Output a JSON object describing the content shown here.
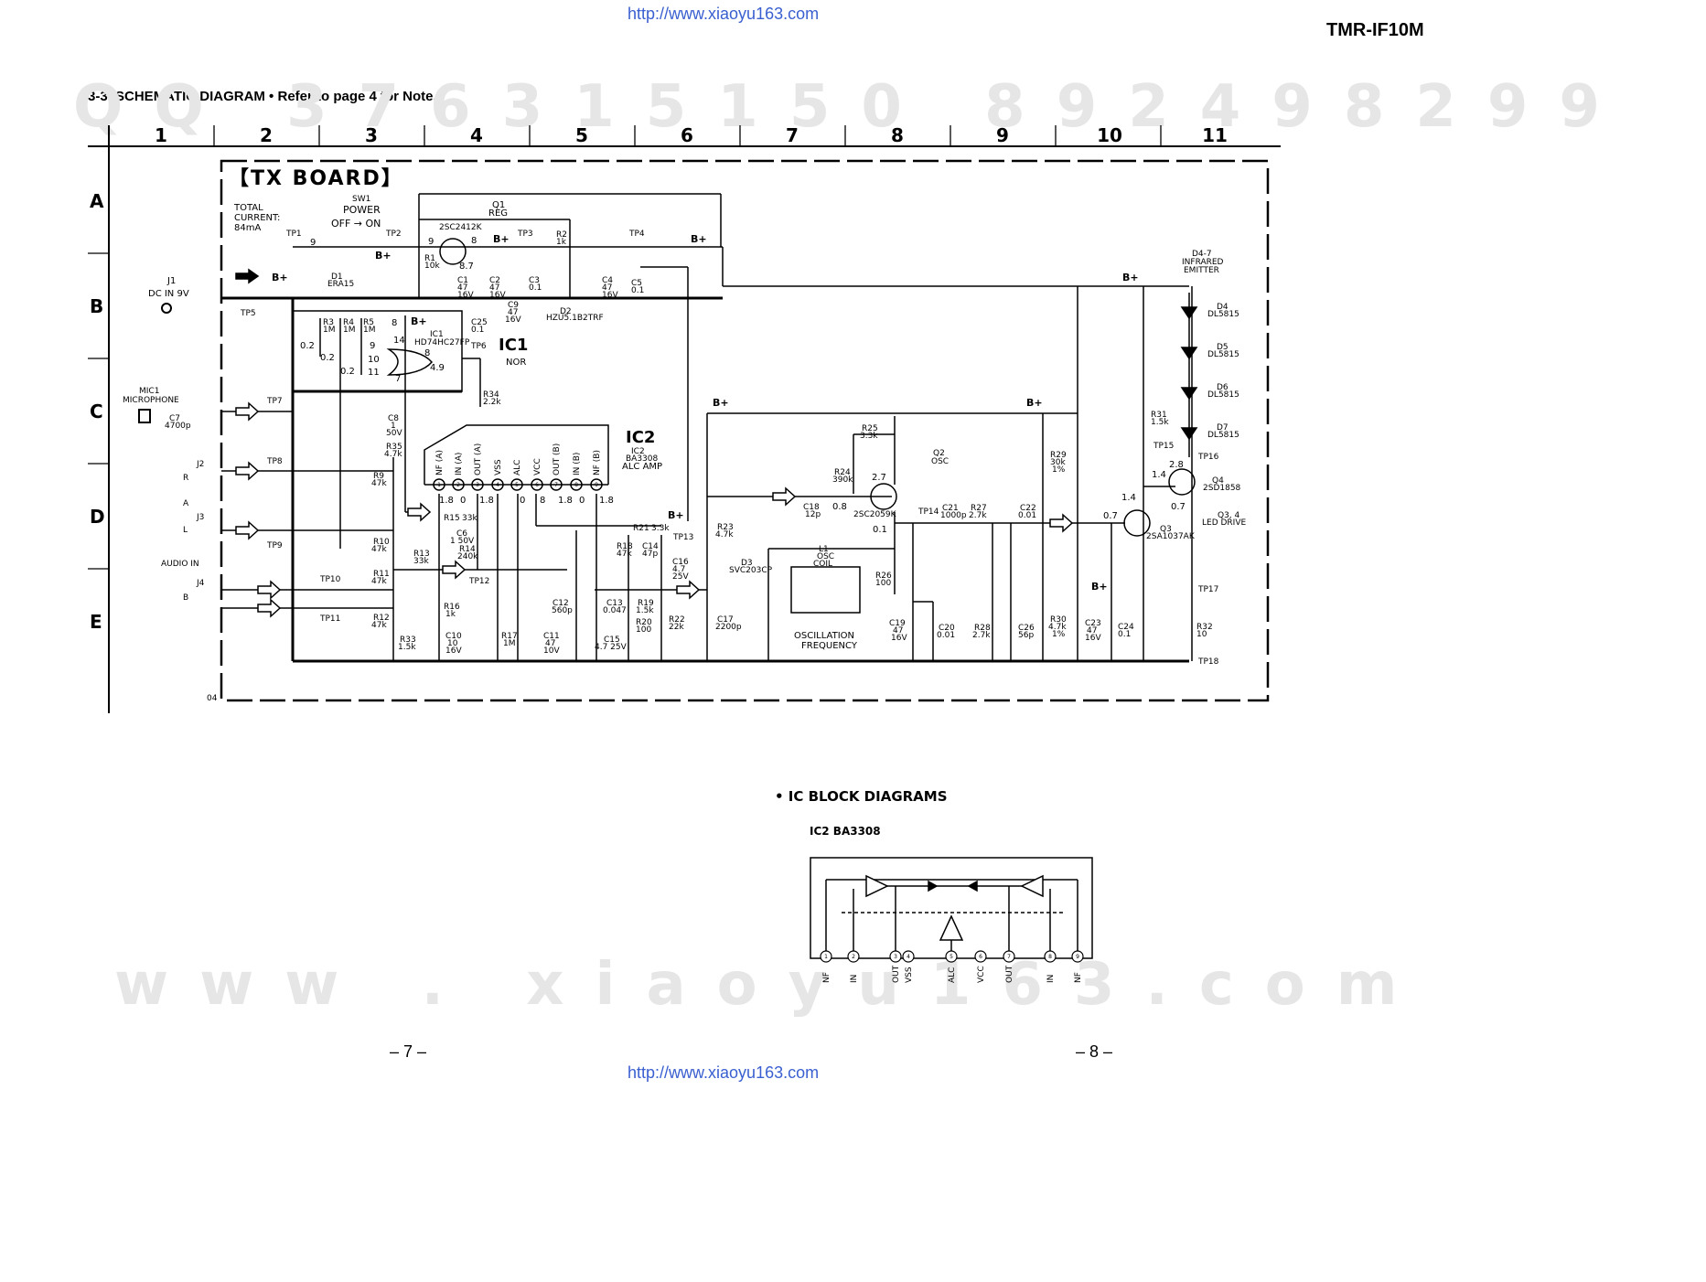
{
  "header": {
    "url_top": "http://www.xiaoyu163.com",
    "model": "TMR-IF10M",
    "section_title": "3-3. SCHEMATIC DIAGRAM  • Refer to page 4 for Note."
  },
  "watermarks": {
    "digits": "QQ  376315150    892498299",
    "site": "www . xiaoyu163.com"
  },
  "grid": {
    "columns": [
      "1",
      "2",
      "3",
      "4",
      "5",
      "6",
      "7",
      "8",
      "9",
      "10",
      "11"
    ],
    "rows": [
      "A",
      "B",
      "C",
      "D",
      "E"
    ]
  },
  "board": {
    "title": "【TX BOARD】",
    "corner_code": "04",
    "total_current": [
      "TOTAL",
      "CURRENT:",
      "84mA"
    ]
  },
  "labels": {
    "bplus": "B+",
    "sw1": "SW1",
    "power": "POWER",
    "off_on": "OFF → ON",
    "j1": "J1",
    "dc_in": "DC IN 9V",
    "d1": "D1",
    "d1_part": "ERA15",
    "q1_title": "Q1",
    "q1_reg": "REG",
    "q1_part": "2SC2412K",
    "r1": "R1",
    "r1_v": "10k",
    "r2": "R2",
    "r2_v": "1k",
    "d2": "D2",
    "d2_part": "HZU5.1B2TRF",
    "c1": "C1",
    "c1_v": "47",
    "c1_r": "16V",
    "c2": "C2",
    "c2_v": "47",
    "c2_r": "16V",
    "c3": "C3",
    "c3_v": "0.1",
    "c4": "C4",
    "c4_v": "47",
    "c4_r": "16V",
    "c5": "C5",
    "c5_v": "0.1",
    "c9": "C9",
    "c9_v": "47",
    "c9_r": "16V",
    "ic1_box": "IC1",
    "ic1": "IC1",
    "ic1_part": "HD74HC27FP",
    "nor": "NOR",
    "r3": "R3",
    "r4": "R4",
    "r5": "R5",
    "r_1m": "1M",
    "c25": "C25",
    "c25_v": "0.1",
    "r34": "R34",
    "r34_v": "2.2k",
    "mic1": "MIC1",
    "microphone": "MICROPHONE",
    "c7": "C7",
    "c7_v": "4700p",
    "c8": "C8",
    "c8_v": "1",
    "c8_r": "50V",
    "r35": "R35",
    "r35_v": "4.7k",
    "ic2_box": "IC2",
    "ic2": "IC2",
    "ic2_part": "BA3308",
    "alc_amp": "ALC AMP",
    "ic2_pins": [
      "NF (A)",
      "IN (A)",
      "OUT (A)",
      "VSS",
      "ALC",
      "VCC",
      "OUT (B)",
      "IN (B)",
      "NF (B)"
    ],
    "ic2_volts": [
      "1.8",
      "0",
      "1.8",
      "0",
      "8",
      "1.8",
      "0",
      "1.8"
    ],
    "j2": "J2",
    "j3": "J3",
    "j4": "J4",
    "r_mark": "R",
    "l_mark": "L",
    "a_mark": "A",
    "b_mark": "B",
    "audio_in": "AUDIO IN",
    "r9": "R9",
    "r10": "R10",
    "r11": "R11",
    "r12": "R12",
    "r_47k": "47k",
    "r13": "R13",
    "r13_v": "33k",
    "r14": "R14",
    "r14_v": "240k",
    "r15": "R15",
    "r15_v": "33k",
    "c6": "C6",
    "c6_v": "1  50V",
    "r16": "R16",
    "r16_v": "1k",
    "r33": "R33",
    "r33_v": "1.5k",
    "c10": "C10",
    "c10_v": "10",
    "c10_r": "16V",
    "r17": "R17",
    "r17_v": "1M",
    "c11": "C11",
    "c11_v": "47",
    "c11_r": "10V",
    "c12": "C12",
    "c12_v": "560p",
    "c13": "C13",
    "c13_v": "0.047",
    "c14": "C14",
    "c14_v": "47p",
    "r18": "R18",
    "r18_v": "47k",
    "r19": "R19",
    "r19_v": "1.5k",
    "r20": "R20",
    "r20_v": "100",
    "r21": "R21",
    "r21_v": "3.3k",
    "c15": "C15",
    "c15_v": "4.7 25V",
    "c16": "C16",
    "c16_v": "4.7",
    "c16_r": "25V",
    "r22": "R22",
    "r22_v": "22k",
    "r23": "R23",
    "r23_v": "4.7k",
    "c17": "C17",
    "c17_v": "2200p",
    "d3": "D3",
    "d3_part": "SVC203CP",
    "l1": "L1",
    "osc_coil": [
      "OSC",
      "COIL"
    ],
    "osc_freq": [
      "OSCILLATION",
      "FREQUENCY"
    ],
    "c18": "C18",
    "c18_v": "12p",
    "r24": "R24",
    "r24_v": "390k",
    "r25": "R25",
    "r25_v": "3.3k",
    "q2": "Q2",
    "q2_osc": "OSC",
    "q2_part": "2SC2059K",
    "r26": "R26",
    "r26_v": "100",
    "c19": "C19",
    "c19_v": "47",
    "c19_r": "16V",
    "c20": "C20",
    "c20_v": "0.01",
    "c21": "C21",
    "c21_v": "1000p",
    "r27": "R27",
    "r27_v": "2.7k",
    "c22": "C22",
    "c22_v": "0.01",
    "r28": "R28",
    "r28_v": "2.7k",
    "c26": "C26",
    "c26_v": "56p",
    "r29": "R29",
    "r29_v": "30k",
    "r29_t": "1%",
    "r30": "R30",
    "r30_v": "4.7k",
    "r30_t": "1%",
    "c23": "C23",
    "c23_v": "47",
    "c23_r": "16V",
    "c24": "C24",
    "c24_v": "0.1",
    "r31": "R31",
    "r31_v": "1.5k",
    "r32": "R32",
    "r32_v": "10",
    "q3": "Q3",
    "q3_part": "2SA1037AK",
    "q4": "Q4",
    "q4_part": "2SD1858",
    "q34": [
      "Q3, 4",
      "LED DRIVE"
    ],
    "d47": [
      "D4-7",
      "INFRARED",
      "EMITTER"
    ],
    "leds": [
      [
        "D4",
        "DL5815"
      ],
      [
        "D5",
        "DL5815"
      ],
      [
        "D6",
        "DL5815"
      ],
      [
        "D7",
        "DL5815"
      ]
    ],
    "tps": [
      "TP1",
      "TP2",
      "TP3",
      "TP4",
      "TP5",
      "TP6",
      "TP7",
      "TP8",
      "TP9",
      "TP10",
      "TP11",
      "TP12",
      "TP13",
      "TP14",
      "TP15",
      "TP16",
      "TP17",
      "TP18"
    ],
    "volts": {
      "q1_b": "9",
      "q1_e": "8",
      "q1_c": "8.7",
      "tp1_v": "9",
      "ic1_14": "14",
      "ic1_8": "8",
      "ic1_7": "7",
      "ic1_out": "4.9",
      "ic1_in9": "9",
      "ic1_in10": "10",
      "ic1_in11": "11",
      "v02a": "0.2",
      "v02b": "0.2",
      "v02c": "0.2",
      "bplus8": "8",
      "q2_c": "2.7",
      "q2_b": "0.8",
      "q2_e": "0.1",
      "q3_b": "0.7",
      "q3_e": "1.4",
      "q4_b": "1.4",
      "q4_c": "2.8",
      "q4_e": "0.7"
    }
  },
  "ic_block": {
    "title": "• IC BLOCK DIAGRAMS",
    "subtitle": "IC2   BA3308",
    "pins": [
      "1",
      "2",
      "3",
      "4",
      "5",
      "6",
      "7",
      "8",
      "9"
    ],
    "pin_labels": [
      "NF",
      "IN",
      "OUT",
      "VSS",
      "ALC",
      "VCC",
      "OUT",
      "IN",
      "NF"
    ]
  },
  "footer": {
    "page_left": "– 7 –",
    "page_right": "– 8 –",
    "url_bottom": "http://www.xiaoyu163.com"
  }
}
